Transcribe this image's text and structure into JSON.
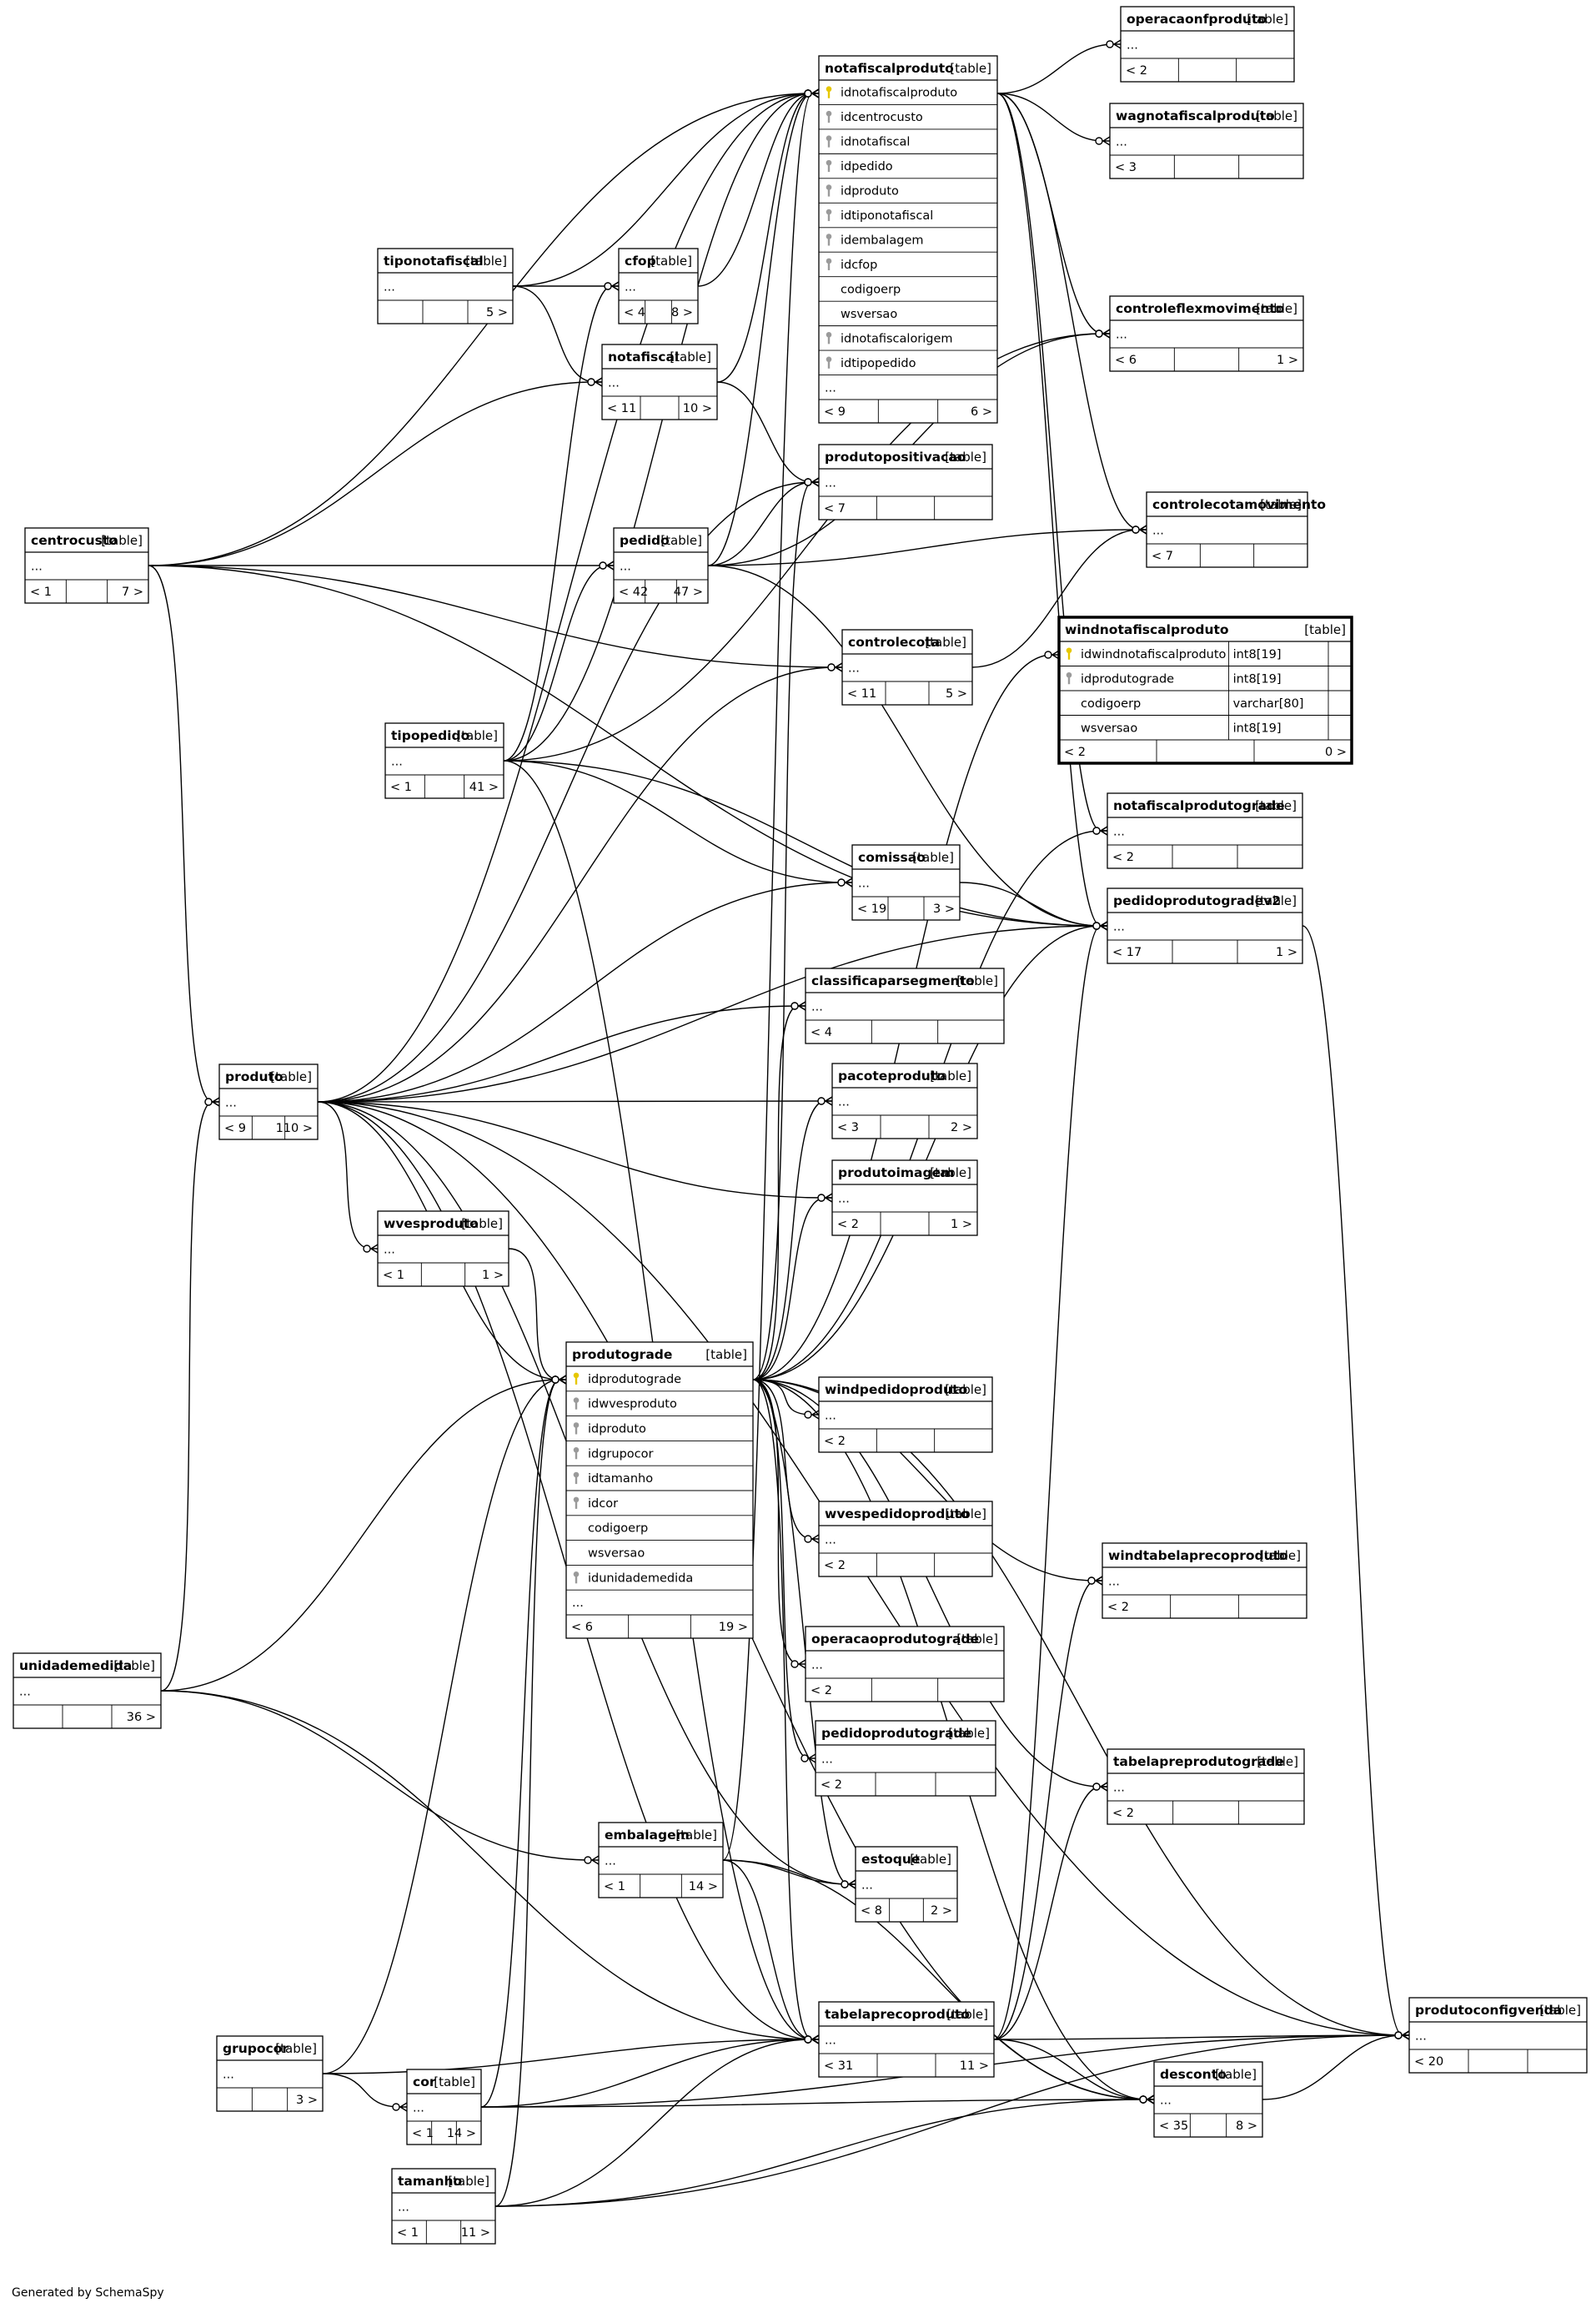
{
  "footer": "Generated by SchemaSpy",
  "colors": {
    "line": "#000000",
    "key_primary": "#e6c700",
    "key_foreign": "#9a9a9a",
    "focus_border": "#000000"
  },
  "tag_label": "[table]",
  "tables": [
    {
      "name": "notafiscalproduto",
      "cols": [
        {
          "n": "idnotafiscalproduto",
          "k": "pk"
        },
        {
          "n": "idcentrocusto",
          "k": "fk"
        },
        {
          "n": "idnotafiscal",
          "k": "fk"
        },
        {
          "n": "idpedido",
          "k": "fk"
        },
        {
          "n": "idproduto",
          "k": "fk"
        },
        {
          "n": "idtiponotafiscal",
          "k": "fk"
        },
        {
          "n": "idembalagem",
          "k": "fk"
        },
        {
          "n": "idcfop",
          "k": "fk"
        },
        {
          "n": "codigoerp",
          "k": ""
        },
        {
          "n": "wsversao",
          "k": ""
        },
        {
          "n": "idnotafiscalorigem",
          "k": "fk"
        },
        {
          "n": "idtipopedido",
          "k": "fk"
        },
        {
          "n": "...",
          "k": ""
        }
      ],
      "footer": {
        "l": "< 9",
        "r": "6 >"
      }
    },
    {
      "name": "operacaonfproduto",
      "cols": [
        {
          "n": "...",
          "k": ""
        }
      ],
      "footer": {
        "l": "< 2",
        "r": ""
      }
    },
    {
      "name": "wagnotafiscalproduto",
      "cols": [
        {
          "n": "...",
          "k": ""
        }
      ],
      "footer": {
        "l": "< 3",
        "r": ""
      }
    },
    {
      "name": "controleflexmovimento",
      "cols": [
        {
          "n": "...",
          "k": ""
        }
      ],
      "footer": {
        "l": "< 6",
        "r": "1 >"
      }
    },
    {
      "name": "controlecotamovimento",
      "cols": [
        {
          "n": "...",
          "k": ""
        }
      ],
      "footer": {
        "l": "< 7",
        "r": ""
      }
    },
    {
      "name": "windnotafiscalproduto",
      "focus": true,
      "cols": [
        {
          "n": "idwindnotafiscalproduto",
          "t": "int8[19]",
          "k": "pk"
        },
        {
          "n": "idprodutograde",
          "t": "int8[19]",
          "k": "fk"
        },
        {
          "n": "codigoerp",
          "t": "varchar[80]",
          "k": ""
        },
        {
          "n": "wsversao",
          "t": "int8[19]",
          "k": ""
        }
      ],
      "footer": {
        "l": "< 2",
        "r": "0 >"
      }
    },
    {
      "name": "notafiscalprodutograde",
      "cols": [
        {
          "n": "...",
          "k": ""
        }
      ],
      "footer": {
        "l": "< 2",
        "r": ""
      }
    },
    {
      "name": "pedidoprodutogradev2",
      "cols": [
        {
          "n": "...",
          "k": ""
        }
      ],
      "footer": {
        "l": "< 17",
        "r": "1 >"
      }
    },
    {
      "name": "tiponotafiscal",
      "cols": [
        {
          "n": "...",
          "k": ""
        }
      ],
      "footer": {
        "l": "",
        "r": "5 >"
      }
    },
    {
      "name": "cfop",
      "cols": [
        {
          "n": "...",
          "k": ""
        }
      ],
      "footer": {
        "l": "< 4",
        "r": "8 >"
      }
    },
    {
      "name": "notafiscal",
      "cols": [
        {
          "n": "...",
          "k": ""
        }
      ],
      "footer": {
        "l": "< 11",
        "r": "10 >"
      }
    },
    {
      "name": "produtopositivacao",
      "cols": [
        {
          "n": "...",
          "k": ""
        }
      ],
      "footer": {
        "l": "< 7",
        "r": ""
      }
    },
    {
      "name": "centrocusto",
      "cols": [
        {
          "n": "...",
          "k": ""
        }
      ],
      "footer": {
        "l": "< 1",
        "r": "7 >"
      }
    },
    {
      "name": "pedido",
      "cols": [
        {
          "n": "...",
          "k": ""
        }
      ],
      "footer": {
        "l": "< 42",
        "r": "47 >"
      }
    },
    {
      "name": "controlecota",
      "cols": [
        {
          "n": "...",
          "k": ""
        }
      ],
      "footer": {
        "l": "< 11",
        "r": "5 >"
      }
    },
    {
      "name": "tipopedido",
      "cols": [
        {
          "n": "...",
          "k": ""
        }
      ],
      "footer": {
        "l": "< 1",
        "r": "41 >"
      }
    },
    {
      "name": "comissao",
      "cols": [
        {
          "n": "...",
          "k": ""
        }
      ],
      "footer": {
        "l": "< 19",
        "r": "3 >"
      }
    },
    {
      "name": "classificaparsegmento",
      "cols": [
        {
          "n": "...",
          "k": ""
        }
      ],
      "footer": {
        "l": "< 4",
        "r": ""
      }
    },
    {
      "name": "produto",
      "cols": [
        {
          "n": "...",
          "k": ""
        }
      ],
      "footer": {
        "l": "< 9",
        "r": "110 >"
      }
    },
    {
      "name": "pacoteproduto",
      "cols": [
        {
          "n": "...",
          "k": ""
        }
      ],
      "footer": {
        "l": "< 3",
        "r": "2 >"
      }
    },
    {
      "name": "produtoimagem",
      "cols": [
        {
          "n": "...",
          "k": ""
        }
      ],
      "footer": {
        "l": "< 2",
        "r": "1 >"
      }
    },
    {
      "name": "wvesproduto",
      "cols": [
        {
          "n": "...",
          "k": ""
        }
      ],
      "footer": {
        "l": "< 1",
        "r": "1 >"
      }
    },
    {
      "name": "produtograde",
      "cols": [
        {
          "n": "idprodutograde",
          "k": "pk"
        },
        {
          "n": "idwvesproduto",
          "k": "fk"
        },
        {
          "n": "idproduto",
          "k": "fk"
        },
        {
          "n": "idgrupocor",
          "k": "fk"
        },
        {
          "n": "idtamanho",
          "k": "fk"
        },
        {
          "n": "idcor",
          "k": "fk"
        },
        {
          "n": "codigoerp",
          "k": ""
        },
        {
          "n": "wsversao",
          "k": ""
        },
        {
          "n": "idunidademedida",
          "k": "fk"
        },
        {
          "n": "...",
          "k": ""
        }
      ],
      "footer": {
        "l": "< 6",
        "r": "19 >"
      }
    },
    {
      "name": "windpedidoproduto",
      "cols": [
        {
          "n": "...",
          "k": ""
        }
      ],
      "footer": {
        "l": "< 2",
        "r": ""
      }
    },
    {
      "name": "wvespedidoproduto",
      "cols": [
        {
          "n": "...",
          "k": ""
        }
      ],
      "footer": {
        "l": "< 2",
        "r": ""
      }
    },
    {
      "name": "windtabelaprecoproduto",
      "cols": [
        {
          "n": "...",
          "k": ""
        }
      ],
      "footer": {
        "l": "< 2",
        "r": ""
      }
    },
    {
      "name": "operacaoprodutograde",
      "cols": [
        {
          "n": "...",
          "k": ""
        }
      ],
      "footer": {
        "l": "< 2",
        "r": ""
      }
    },
    {
      "name": "unidademedida",
      "cols": [
        {
          "n": "...",
          "k": ""
        }
      ],
      "footer": {
        "l": "",
        "r": "36 >"
      }
    },
    {
      "name": "pedidoprodutograde",
      "cols": [
        {
          "n": "...",
          "k": ""
        }
      ],
      "footer": {
        "l": "< 2",
        "r": ""
      }
    },
    {
      "name": "tabelapreprodutograde",
      "cols": [
        {
          "n": "...",
          "k": ""
        }
      ],
      "footer": {
        "l": "< 2",
        "r": ""
      }
    },
    {
      "name": "embalagem",
      "cols": [
        {
          "n": "...",
          "k": ""
        }
      ],
      "footer": {
        "l": "< 1",
        "r": "14 >"
      }
    },
    {
      "name": "estoque",
      "cols": [
        {
          "n": "...",
          "k": ""
        }
      ],
      "footer": {
        "l": "< 8",
        "r": "2 >"
      }
    },
    {
      "name": "produtoconfigvenda",
      "cols": [
        {
          "n": "...",
          "k": ""
        }
      ],
      "footer": {
        "l": "< 20",
        "r": ""
      }
    },
    {
      "name": "tabelaprecoproduto",
      "cols": [
        {
          "n": "...",
          "k": ""
        }
      ],
      "footer": {
        "l": "< 31",
        "r": "11 >"
      }
    },
    {
      "name": "grupocor",
      "cols": [
        {
          "n": "...",
          "k": ""
        }
      ],
      "footer": {
        "l": "",
        "r": "3 >"
      }
    },
    {
      "name": "cor",
      "cols": [
        {
          "n": "...",
          "k": ""
        }
      ],
      "footer": {
        "l": "< 1",
        "r": "14 >"
      }
    },
    {
      "name": "desconto",
      "cols": [
        {
          "n": "...",
          "k": ""
        }
      ],
      "footer": {
        "l": "< 35",
        "r": "8 >"
      }
    },
    {
      "name": "tamanho",
      "cols": [
        {
          "n": "...",
          "k": ""
        }
      ],
      "footer": {
        "l": "< 1",
        "r": "11 >"
      }
    }
  ]
}
